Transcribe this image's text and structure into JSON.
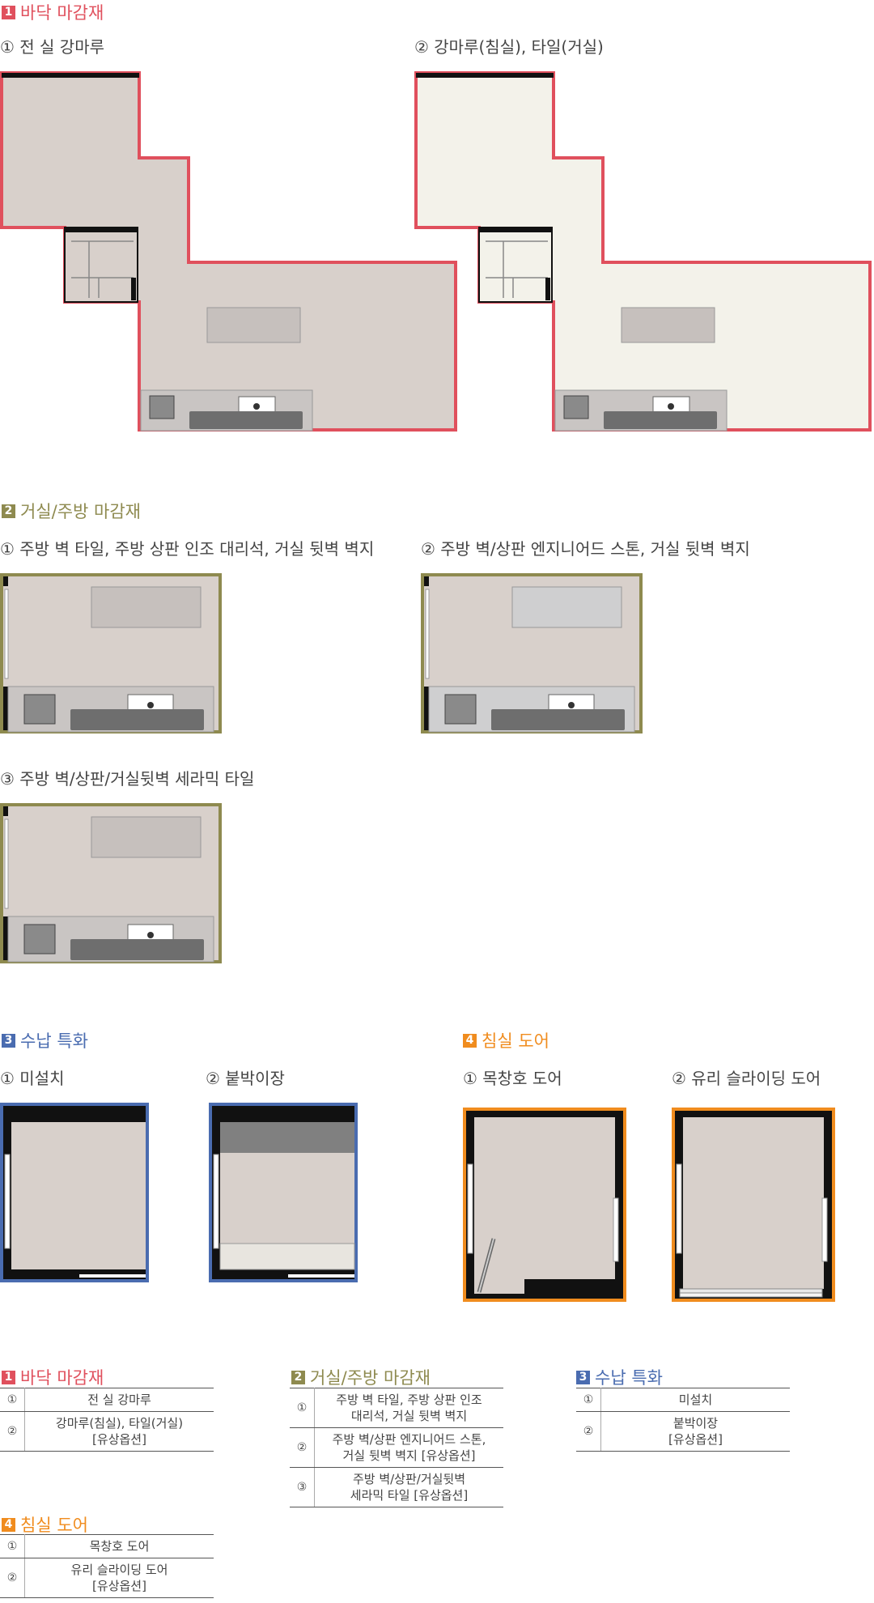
{
  "colors": {
    "floor": "#d8d0cb",
    "floor_tile": "#f3f2ea",
    "sec1": "#e0505d",
    "sec2": "#8e8a4f",
    "sec3": "#4a6cb0",
    "sec4": "#f08c1e",
    "text_sec2": "#8e8a4f",
    "text_sec3": "#4a6cb0",
    "text_sec4": "#f08c1e"
  },
  "sections": [
    {
      "num": "1",
      "title": "바닥 마감재",
      "options": [
        "① 전 실 강마루",
        "② 강마루(침실), 타일(거실)"
      ]
    },
    {
      "num": "2",
      "title": "거실/주방 마감재",
      "options": [
        "① 주방 벽 타일, 주방 상판 인조  대리석, 거실 뒷벽 벽지",
        "② 주방 벽/상판 엔지니어드 스톤,  거실 뒷벽 벽지",
        "③ 주방 벽/상판/거실뒷벽 세라믹 타일"
      ]
    },
    {
      "num": "3",
      "title": "수납 특화",
      "options": [
        "① 미설치",
        "② 붙박이장"
      ]
    },
    {
      "num": "4",
      "title": "침실 도어",
      "options": [
        "① 목창호 도어",
        "② 유리 슬라이딩 도어"
      ]
    }
  ],
  "legend": [
    {
      "num": "1",
      "title": "바닥 마감재",
      "rows": [
        [
          "①",
          "전 실 강마루"
        ],
        [
          "②",
          "강마루(침실), 타일(거실)\n[유상옵션]"
        ]
      ]
    },
    {
      "num": "2",
      "title": "거실/주방 마감재",
      "rows": [
        [
          "①",
          "주방 벽 타일, 주방 상판 인조\n대리석, 거실 뒷벽 벽지"
        ],
        [
          "②",
          "주방 벽/상판 엔지니어드 스톤,\n거실 뒷벽 벽지 [유상옵션]"
        ],
        [
          "③",
          "주방 벽/상판/거실뒷벽\n세라믹 타일 [유상옵션]"
        ]
      ]
    },
    {
      "num": "3",
      "title": "수납 특화",
      "rows": [
        [
          "①",
          "미설치"
        ],
        [
          "②",
          "붙박이장\n[유상옵션]"
        ]
      ]
    },
    {
      "num": "4",
      "title": "침실 도어",
      "rows": [
        [
          "①",
          "목창호 도어"
        ],
        [
          "②",
          "유리 슬라이딩 도어\n[유상옵션]"
        ]
      ]
    }
  ]
}
